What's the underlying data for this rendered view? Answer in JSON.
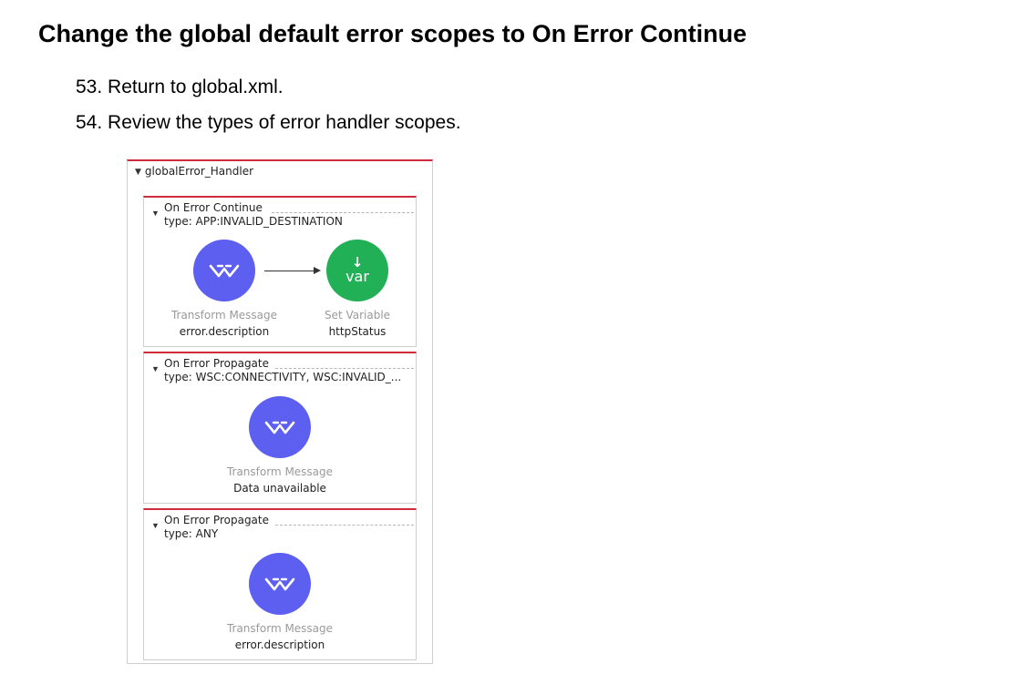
{
  "doc": {
    "title": "Change the global default error scopes to On Error Continue",
    "steps": [
      "53. Return to global.xml.",
      "54. Review the types of error handler scopes."
    ]
  },
  "diagram": {
    "handler_name": "globalError_Handler",
    "scopes": [
      {
        "name": "On Error Continue",
        "type": "type: APP:INVALID_DESTINATION",
        "components": [
          {
            "kind": "Transform Message",
            "value": "error.description",
            "icon": "transform-message-icon"
          },
          {
            "kind": "Set Variable",
            "value": "httpStatus",
            "icon": "set-variable-icon",
            "icon_text": "var",
            "icon_arrow": "↓"
          }
        ]
      },
      {
        "name": "On Error Propagate",
        "type": "type: WSC:CONNECTIVITY, WSC:INVALID_...",
        "components": [
          {
            "kind": "Transform Message",
            "value": "Data unavailable",
            "icon": "transform-message-icon"
          }
        ]
      },
      {
        "name": "On Error Propagate",
        "type": "type: ANY",
        "components": [
          {
            "kind": "Transform Message",
            "value": "error.description",
            "icon": "transform-message-icon"
          }
        ]
      }
    ],
    "colors": {
      "transform": "#5c5fef",
      "set_variable": "#22b057",
      "scope_border_top": "#d22b3c"
    }
  }
}
